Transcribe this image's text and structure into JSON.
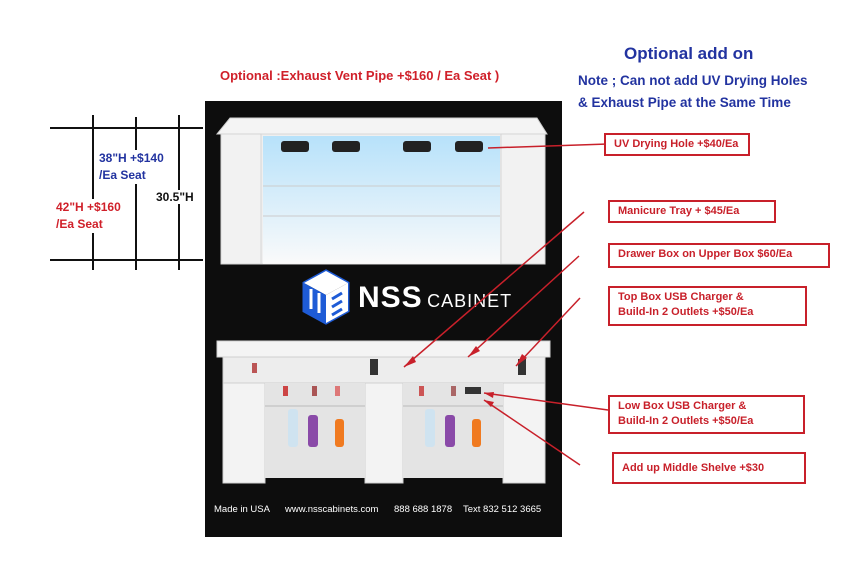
{
  "header": {
    "optional_add_on": "Optional add on",
    "note_line1": "Note ; Can not add UV Drying Holes",
    "note_line2": "& Exhaust Pipe at the Same Time",
    "exhaust": "Optional :Exhaust Vent Pipe +$160 / Ea Seat )"
  },
  "dimensions": {
    "h38_line1": "38\"H +$140",
    "h38_line2": "/Ea Seat",
    "h42_line1": "42\"H +$160",
    "h42_line2": "/Ea Seat",
    "h30": "30.5\"H"
  },
  "callouts": {
    "uv": "UV Drying Hole +$40/Ea",
    "manicure": "Manicure Tray + $45/Ea",
    "drawer": "Drawer Box on Upper Box $60/Ea",
    "top_usb_1": "Top Box USB Charger &",
    "top_usb_2": "Build-In 2 Outlets +$50/Ea",
    "low_usb_1": "Low Box USB Charger &",
    "low_usb_2": "Build-In 2 Outlets +$50/Ea",
    "shelve": "Add up Middle Shelve +$30"
  },
  "brand": {
    "name_bold": "NSS",
    "name_light": "CABINET"
  },
  "footer": {
    "made": "Made in USA",
    "site": "www.nsscabinets.com",
    "phone": "888 688 1878",
    "text": "Text 832 512 3665"
  },
  "colors": {
    "red": "#d0202a",
    "blue": "#2233a0",
    "panel": "#0d0d0d",
    "logo_blue": "#1e5bd6"
  }
}
